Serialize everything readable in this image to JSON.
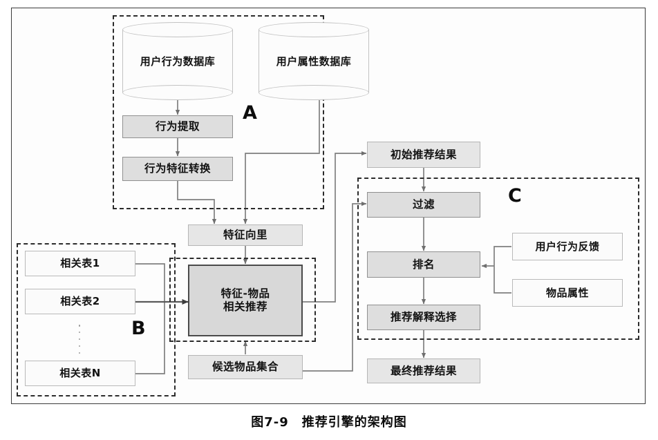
{
  "figure": {
    "caption": "图7-9　推荐引擎的架构图"
  },
  "regions": [
    {
      "id": "A",
      "label": "A"
    },
    {
      "id": "B",
      "label": "B"
    },
    {
      "id": "C",
      "label": "C"
    }
  ],
  "nodes": {
    "user_behavior_db": {
      "label": "用户行为数据库",
      "shape": "cylinder",
      "region": "A"
    },
    "user_profile_db": {
      "label": "用户属性数据库",
      "shape": "cylinder",
      "region": "A"
    },
    "behavior_extract": {
      "label": "行为提取",
      "shape": "process",
      "region": "A"
    },
    "behavior_feature_transform": {
      "label": "行为特征转换",
      "shape": "process",
      "region": "A"
    },
    "feature_vector": {
      "label": "特征向里",
      "shape": "data"
    },
    "relation_table_1": {
      "label": "相关表1",
      "shape": "data",
      "region": "B"
    },
    "relation_table_2": {
      "label": "相关表2",
      "shape": "data",
      "region": "B"
    },
    "relation_table_n": {
      "label": "相关表N",
      "shape": "data",
      "region": "B"
    },
    "feature_item_recommend": {
      "label": "特征-物品\n相关推荐",
      "line1": "特征-物品",
      "line2": "相关推荐",
      "shape": "core"
    },
    "candidate_item_set": {
      "label": "候选物品集合",
      "shape": "data"
    },
    "initial_result": {
      "label": "初始推荐结果",
      "shape": "data"
    },
    "filter": {
      "label": "过滤",
      "shape": "process",
      "region": "C"
    },
    "rank": {
      "label": "排名",
      "shape": "process",
      "region": "C"
    },
    "explain_select": {
      "label": "推荐解释选择",
      "shape": "process",
      "region": "C"
    },
    "final_result": {
      "label": "最终推荐结果",
      "shape": "data"
    },
    "user_behavior_feedback": {
      "label": "用户行为反馈",
      "shape": "data",
      "region": "C"
    },
    "item_attribute": {
      "label": "物品属性",
      "shape": "data",
      "region": "C"
    }
  },
  "edges": [
    {
      "from": "user_behavior_db",
      "to": "behavior_extract"
    },
    {
      "from": "behavior_extract",
      "to": "behavior_feature_transform"
    },
    {
      "from": "behavior_feature_transform",
      "to": "feature_vector"
    },
    {
      "from": "user_profile_db",
      "to": "feature_vector"
    },
    {
      "from": "feature_vector",
      "to": "feature_item_recommend"
    },
    {
      "from": "relation_table_1",
      "to": "feature_item_recommend"
    },
    {
      "from": "relation_table_2",
      "to": "feature_item_recommend"
    },
    {
      "from": "relation_table_n",
      "to": "feature_item_recommend"
    },
    {
      "from": "candidate_item_set",
      "to": "feature_item_recommend"
    },
    {
      "from": "feature_item_recommend",
      "to": "initial_result"
    },
    {
      "from": "initial_result",
      "to": "filter"
    },
    {
      "from": "candidate_item_set",
      "to": "filter"
    },
    {
      "from": "filter",
      "to": "rank"
    },
    {
      "from": "user_behavior_feedback",
      "to": "rank"
    },
    {
      "from": "item_attribute",
      "to": "rank"
    },
    {
      "from": "rank",
      "to": "explain_select"
    },
    {
      "from": "explain_select",
      "to": "final_result"
    }
  ],
  "colors": {
    "process_fill": "#dedede",
    "core_fill": "#d8d8d8",
    "soft_fill": "#e6e6e6",
    "light_fill": "#fbfbfb",
    "region_stroke": "#2b2b2b",
    "wire_stroke": "#7f7f7f",
    "text": "#121212"
  }
}
